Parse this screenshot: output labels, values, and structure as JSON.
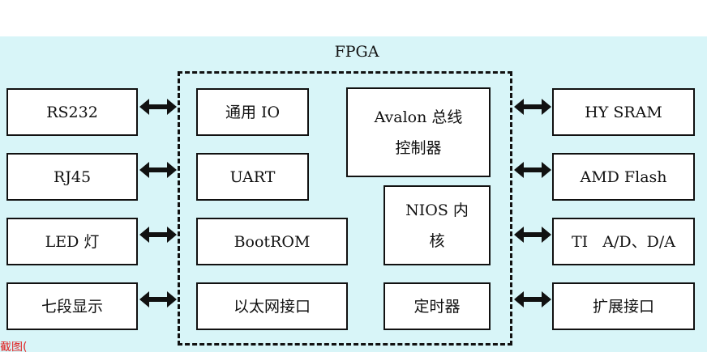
{
  "fpga": {
    "label": "FPGA"
  },
  "left_peripherals": [
    {
      "label": "RS232"
    },
    {
      "label": "RJ45"
    },
    {
      "label": "LED 灯"
    },
    {
      "label": "七段显示"
    }
  ],
  "right_peripherals": [
    {
      "label": "HY SRAM"
    },
    {
      "label": "AMD Flash"
    },
    {
      "label": "TI   A/D、D/A"
    },
    {
      "label": "扩展接口"
    }
  ],
  "inner_modules": {
    "gpio": "通用 IO",
    "uart": "UART",
    "bootrom": "BootROM",
    "ethernet": "以太网接口",
    "avalon": {
      "line1": "Avalon 总线",
      "line2": "控制器"
    },
    "nios": {
      "line1": "NIOS 内",
      "line2": "核"
    },
    "timer": "定时器"
  },
  "footnote": {
    "text": "截图("
  },
  "colors": {
    "panel_bg": "#d8f5f8",
    "border": "#111111",
    "footnote": "#e02020"
  }
}
